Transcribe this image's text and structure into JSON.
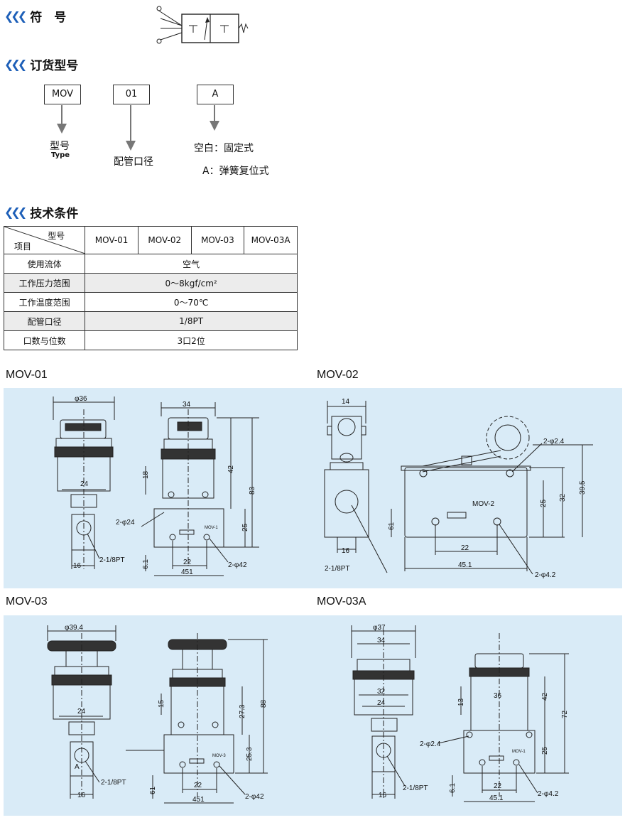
{
  "sections": {
    "symbol": "符　号",
    "ordering": "订货型号",
    "specs": "技术条件"
  },
  "order_code": {
    "box1": "MOV",
    "box2": "01",
    "box3": "A",
    "label1_cn": "型号",
    "label1_en": "Type",
    "label2": "配管口径",
    "label3a": "空白：固定式",
    "label3b": "A：弹簧复位式"
  },
  "table": {
    "corner_top": "型号",
    "corner_bottom": "项目",
    "models": [
      "MOV-01",
      "MOV-02",
      "MOV-03",
      "MOV-03A"
    ],
    "rows": [
      {
        "item": "使用流体",
        "value": "空气"
      },
      {
        "item": "工作压力范围",
        "value": "0～8kgf/cm²"
      },
      {
        "item": "工作温度范围",
        "value": "0～70℃"
      },
      {
        "item": "配管口径",
        "value": "1/8PT"
      },
      {
        "item": "口数与位数",
        "value": "3口2位"
      }
    ]
  },
  "drawings": {
    "mov01": {
      "title": "MOV-01",
      "d1": "φ36",
      "d2": "34",
      "d3": "24",
      "d4": "18",
      "d5": "42",
      "d6": "83",
      "d7": "25",
      "d8": "2-φ24",
      "d9": "2-1/8PT",
      "d10": "16",
      "d11": "6.1",
      "d12": "22",
      "d13": "451",
      "d14": "2-φ42",
      "tag": "MOV-1"
    },
    "mov02": {
      "title": "MOV-02",
      "d1": "14",
      "d2": "2-φ2.4",
      "d3": "MOV-2",
      "d4": "25",
      "d5": "32",
      "d6": "39.5",
      "d7": "61",
      "d8": "16",
      "d9": "22",
      "d10": "2-1/8PT",
      "d11": "45.1",
      "d12": "2-φ4.2"
    },
    "mov03": {
      "title": "MOV-03",
      "d1": "φ39.4",
      "d2": "24",
      "d3": "15",
      "d4": "27.3",
      "d5": "88",
      "d6": "25.3",
      "d7": "A",
      "d8": "2-1/8PT",
      "d9": "16",
      "d10": "61",
      "d11": "22",
      "d12": "451",
      "d13": "2-φ42",
      "tag": "MOV-3"
    },
    "mov03a": {
      "title": "MOV-03A",
      "d1": "φ37",
      "d2": "34",
      "d3": "32",
      "d4": "24",
      "d5": "36",
      "d6": "13",
      "d7": "42",
      "d8": "72",
      "d9": "2-φ2.4",
      "d10": "25",
      "d11": "2-1/8PT",
      "d12": "16",
      "d13": "6.1",
      "d14": "22",
      "d15": "45.1",
      "d16": "2-φ4.2",
      "tag": "MOV-1"
    }
  }
}
